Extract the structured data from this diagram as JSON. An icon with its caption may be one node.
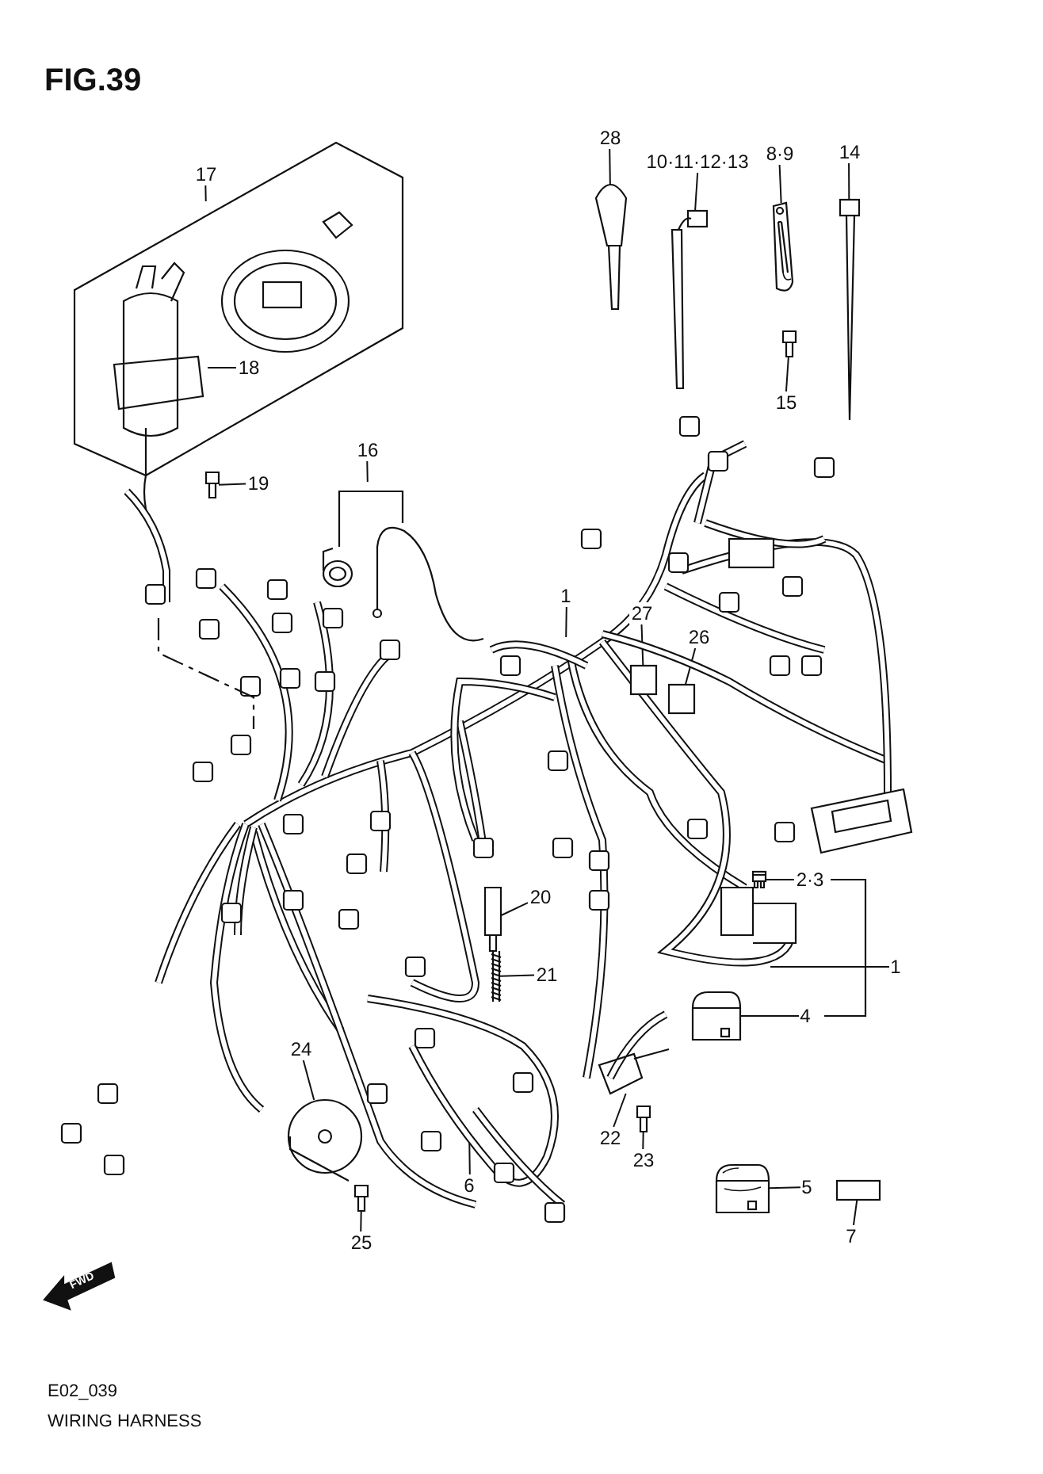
{
  "diagram": {
    "title": "FIG.39",
    "caption": "WIRING HARNESS",
    "nodes": [
      {
        "text": [
          "28"
        ]
      },
      {
        "text": [
          "10·11·12·13"
        ]
      },
      {
        "text": [
          "8·9"
        ]
      },
      {
        "text": [
          "14"
        ]
      },
      {
        "text": [
          "17"
        ]
      },
      {
        "text": [
          "18"
        ]
      },
      {
        "text": [
          "15"
        ]
      },
      {
        "text": [
          "19"
        ]
      },
      {
        "text": [
          "16"
        ]
      },
      {
        "text": [
          "1"
        ]
      },
      {
        "text": [
          "27"
        ]
      },
      {
        "text": [
          "26"
        ]
      },
      {
        "text": [
          "2·3"
        ]
      },
      {
        "text": [
          "20"
        ]
      },
      {
        "text": [
          "1"
        ]
      },
      {
        "text": [
          "21"
        ]
      },
      {
        "text": [
          "4"
        ]
      },
      {
        "text": [
          "24"
        ]
      },
      {
        "text": [
          "22"
        ]
      },
      {
        "text": [
          "23"
        ]
      },
      {
        "text": [
          "6"
        ]
      },
      {
        "text": [
          "5"
        ]
      },
      {
        "text": [
          "7"
        ]
      },
      {
        "text": [
          "25"
        ]
      },
      {
        "text": [],
        "shape": "picture"
      },
      {
        "text": [],
        "shape": "picture"
      },
      {
        "text": [],
        "shape": "picture"
      },
      {
        "text": [],
        "shape": "picture"
      },
      {
        "text": [],
        "shape": "picture"
      },
      {
        "text": [],
        "shape": "picture"
      },
      {
        "text": [],
        "shape": "box"
      },
      {
        "text": [],
        "shape": "box"
      },
      {
        "text": [],
        "shape": "picture"
      },
      {
        "text": [],
        "shape": "picture"
      },
      {
        "text": [],
        "shape": "picture"
      },
      {
        "text": [],
        "shape": "picture"
      },
      {
        "text": [],
        "shape": "picture"
      },
      {
        "text": [],
        "shape": "picture"
      },
      {
        "text": [],
        "shape": "picture"
      },
      {
        "text": [],
        "shape": "picture"
      },
      {
        "text": [],
        "shape": "box"
      },
      {
        "text": [],
        "shape": "picture"
      }
    ],
    "edges": [
      {
        "from": 0,
        "to": 24,
        "arrow": "none"
      },
      {
        "from": 1,
        "to": 25,
        "arrow": "none"
      },
      {
        "from": 2,
        "to": 26,
        "arrow": "none"
      },
      {
        "from": 3,
        "to": 27,
        "arrow": "none"
      },
      {
        "from": 4,
        "to": null,
        "arrow": "none"
      },
      {
        "from": 5,
        "to": null,
        "arrow": "none"
      },
      {
        "from": 6,
        "to": 28,
        "arrow": "none"
      },
      {
        "from": 7,
        "to": 29,
        "arrow": "none"
      },
      {
        "from": 8,
        "to": null,
        "arrow": "none"
      },
      {
        "from": 9,
        "to": null,
        "arrow": "none"
      },
      {
        "from": 10,
        "to": 30,
        "arrow": "none"
      },
      {
        "from": 11,
        "to": 31,
        "arrow": "none"
      },
      {
        "from": 12,
        "to": 32,
        "arrow": "none"
      },
      {
        "from": 13,
        "to": 33,
        "arrow": "none"
      },
      {
        "from": 14,
        "to": null,
        "arrow": "none"
      },
      {
        "from": 15,
        "to": 34,
        "arrow": "none"
      },
      {
        "from": 16,
        "to": 35,
        "arrow": "none"
      },
      {
        "from": 17,
        "to": 36,
        "arrow": "none"
      },
      {
        "from": 18,
        "to": 37,
        "arrow": "none"
      },
      {
        "from": 19,
        "to": 38,
        "arrow": "none"
      },
      {
        "from": 20,
        "to": null,
        "arrow": "none"
      },
      {
        "from": 21,
        "to": 39,
        "arrow": "none"
      },
      {
        "from": 22,
        "to": 40,
        "arrow": "none"
      },
      {
        "from": 23,
        "to": 41,
        "arrow": "none"
      }
    ],
    "labels": [
      "FWD",
      "E02_039"
    ]
  }
}
